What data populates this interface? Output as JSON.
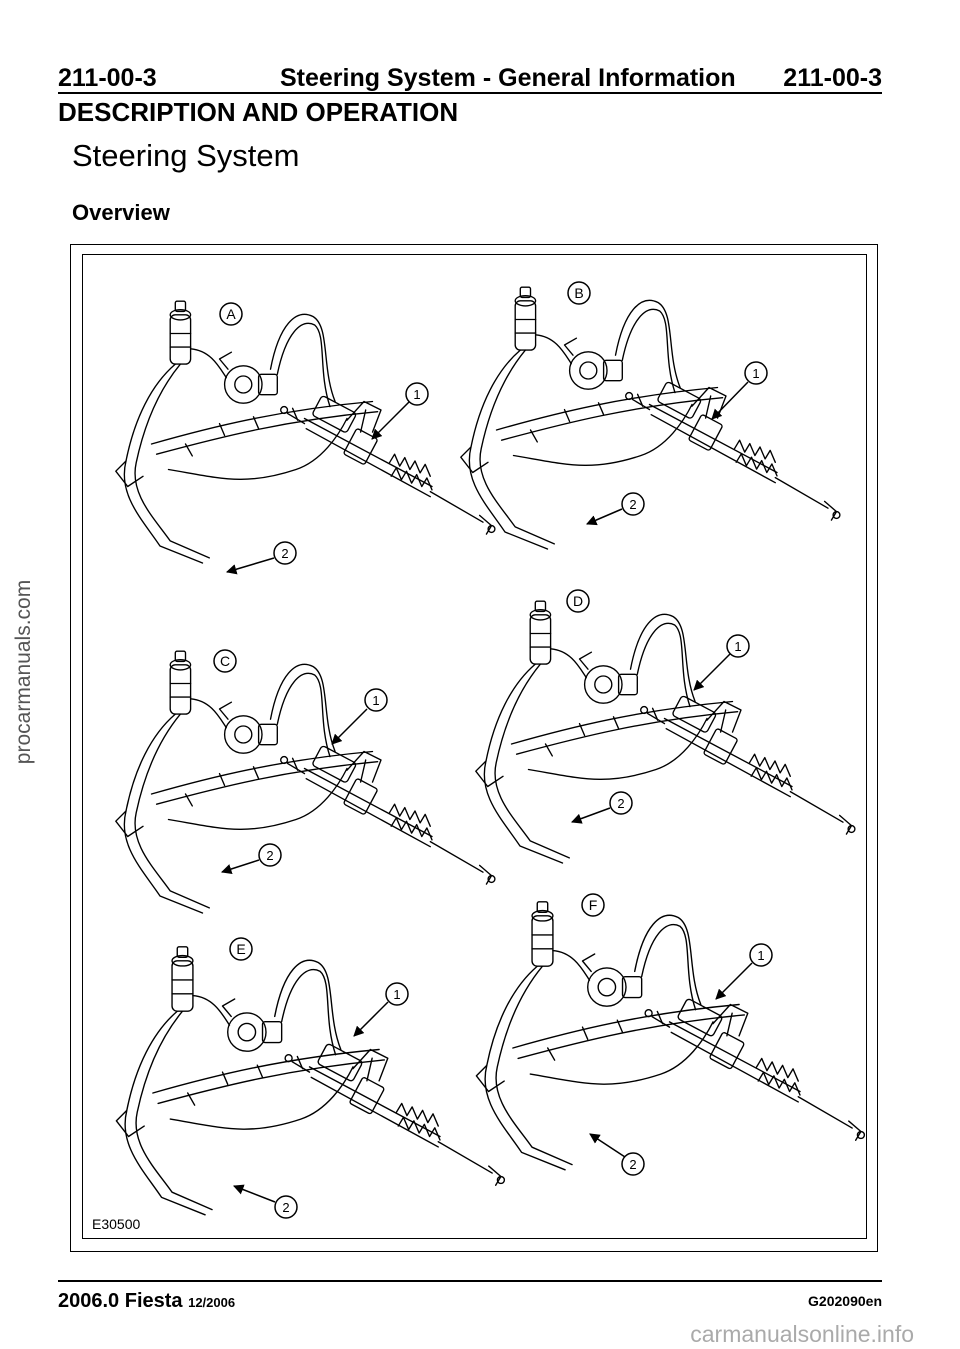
{
  "header": {
    "code_left": "211-00-3",
    "title": "Steering System - General Information",
    "code_right": "211-00-3"
  },
  "section": "DESCRIPTION AND OPERATION",
  "page_title": "Steering System",
  "subtitle": "Overview",
  "figure": {
    "id": "E30500",
    "panels": [
      {
        "letter": "A",
        "callout1": "1",
        "callout2": "2"
      },
      {
        "letter": "B",
        "callout1": "1",
        "callout2": "2"
      },
      {
        "letter": "C",
        "callout1": "1",
        "callout2": "2"
      },
      {
        "letter": "D",
        "callout1": "1",
        "callout2": "2"
      },
      {
        "letter": "E",
        "callout1": "1",
        "callout2": "2"
      },
      {
        "letter": "F",
        "callout1": "1",
        "callout2": "2"
      }
    ]
  },
  "footer": {
    "model": "2006.0 Fiesta",
    "date": "12/2006",
    "code": "G202090en"
  },
  "watermarks": {
    "side": "procarmanuals.com",
    "bottom": "carmanualsonline.info"
  }
}
